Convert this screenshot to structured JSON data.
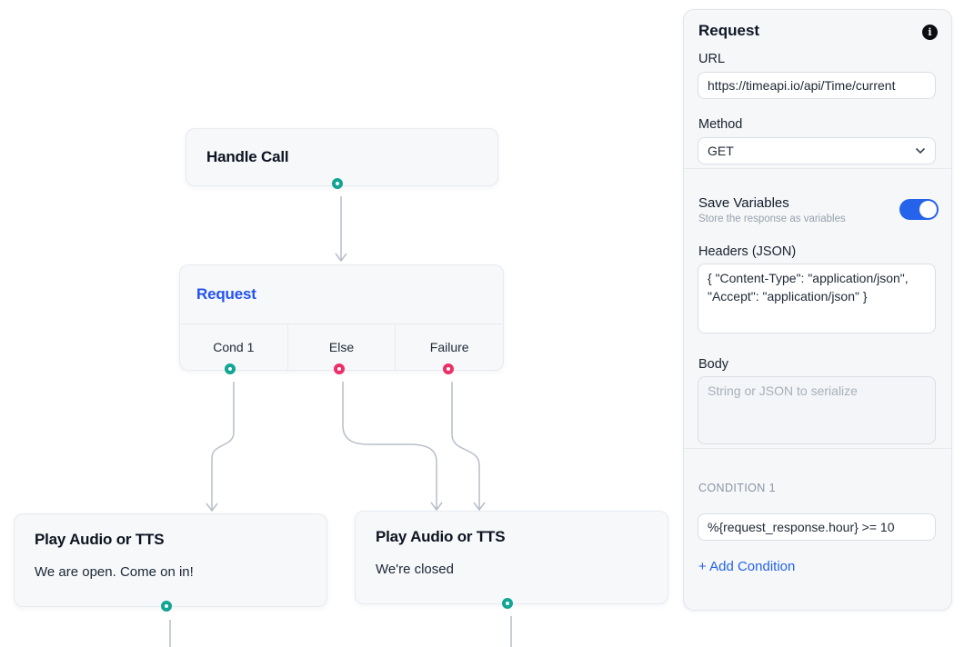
{
  "colors": {
    "accent_blue": "#2563eb",
    "node_title_blue": "#2453f0",
    "handle_teal": "#12a594",
    "handle_pink": "#ed2e67",
    "edge_gray": "#b7bdc9",
    "node_background": "#f6f8fa",
    "panel_background": "#f5f7f9"
  },
  "canvas": {
    "nodes": {
      "handle_call": {
        "title": "Handle Call"
      },
      "request": {
        "title": "Request",
        "branches": [
          "Cond 1",
          "Else",
          "Failure"
        ]
      },
      "play_open": {
        "title": "Play Audio or TTS",
        "message": "We are open. Come on in!"
      },
      "play_closed": {
        "title": "Play Audio or TTS",
        "message": "We're closed"
      }
    }
  },
  "panel": {
    "title": "Request",
    "icons": {
      "info": "info-icon",
      "method_chevron": "chevron-down-icon"
    },
    "info_glyph": "i",
    "url": {
      "label": "URL",
      "value": "https://timeapi.io/api/Time/current"
    },
    "method": {
      "label": "Method",
      "value": "GET"
    },
    "save_variables": {
      "label": "Save Variables",
      "description": "Store the response as variables",
      "enabled": true
    },
    "headers": {
      "label": "Headers (JSON)",
      "value": "{ \"Content-Type\": \"application/json\", \"Accept\": \"application/json\" }"
    },
    "body": {
      "label": "Body",
      "placeholder": "String or JSON to serialize"
    },
    "condition": {
      "label": "CONDITION 1",
      "value": "%{request_response.hour} >= 10"
    },
    "add_condition_label": "+ Add Condition"
  }
}
